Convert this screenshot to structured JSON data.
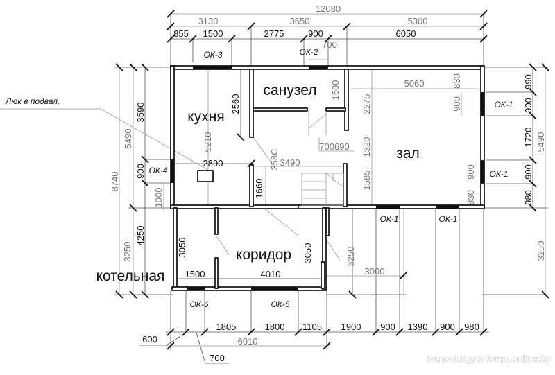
{
  "rooms": {
    "kitchen": "кухня",
    "bathroom": "санузел",
    "hall": "зал",
    "corridor": "коридор",
    "boiler_room": "котельная"
  },
  "note": "Люк в подвал.",
  "windows": {
    "ok3": "ОК-3",
    "ok2": "ОК-2",
    "ok4": "ОК-4",
    "ok1_right_top": "ОК-1",
    "ok1_right_bottom": "ОК-1",
    "ok1_bottom_left": "ОК-1",
    "ok1_bottom_right": "ОК-1",
    "ok6": "ОК-6",
    "ok5": "ОК-5"
  },
  "dims_top": {
    "total": "12080",
    "row2": [
      "3130",
      "3650",
      "5300"
    ],
    "row3": [
      "855",
      "1500",
      "2775",
      "900",
      "6050"
    ],
    "ok2_width": "700"
  },
  "dims_interior": {
    "d2560": "2560",
    "d5210": "5210",
    "d358c": "358С",
    "d1500": "1500",
    "d2275": "2275",
    "d1320": "1320",
    "d1585": "1585",
    "d1660": "1660",
    "d5060": "5060",
    "d830a": "830",
    "d900a": "900",
    "d900b": "900",
    "d830b": "830",
    "d700690": "700690",
    "d2890": "2890",
    "d3490": "3490",
    "d3050a": "3050",
    "d3050b": "3050",
    "d3250c": "3250",
    "d1500b": "1500",
    "d4010": "4010",
    "d3000": "3000"
  },
  "dims_right": [
    "990",
    "900",
    "1720",
    "900",
    "980",
    "5490",
    "3250"
  ],
  "dims_left": {
    "d3590": "3590",
    "d5490": "5490",
    "d8740": "8740",
    "d900": "900",
    "d1000": "1000",
    "d4250": "4250",
    "d3250": "3250"
  },
  "dims_bottom": {
    "row": [
      "1805",
      "1800",
      "1105",
      "1900",
      "900",
      "1390",
      "900",
      "980"
    ],
    "d600": "600",
    "d6010": "6010",
    "d700": "700"
  },
  "watermark": "ivanovlux для forum.onliner.by"
}
